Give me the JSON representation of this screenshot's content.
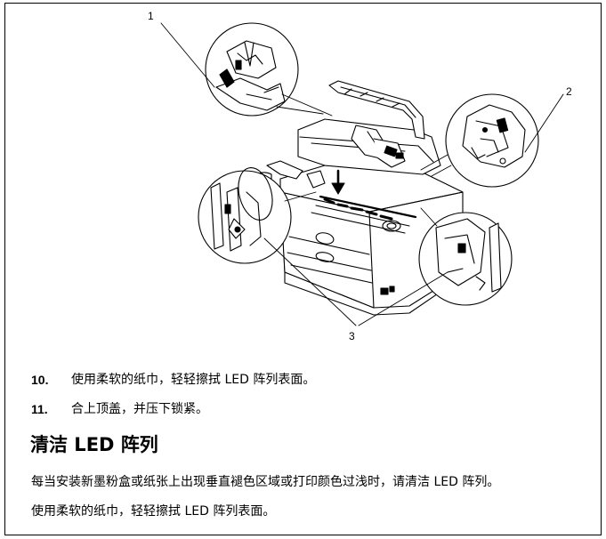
{
  "figure": {
    "callouts": [
      "1",
      "2",
      "3"
    ]
  },
  "steps": [
    {
      "number": "10.",
      "text": "使用柔软的纸巾，轻轻擦拭 LED 阵列表面。"
    },
    {
      "number": "11.",
      "text": "合上顶盖，并压下锁紧。"
    }
  ],
  "section": {
    "title": "清洁 LED 阵列",
    "paragraphs": [
      "每当安装新墨粉盒或纸张上出现垂直褪色区域或打印颜色过浅时，请清洁 LED 阵列。",
      "使用柔软的纸巾，轻轻擦拭 LED 阵列表面。"
    ]
  }
}
